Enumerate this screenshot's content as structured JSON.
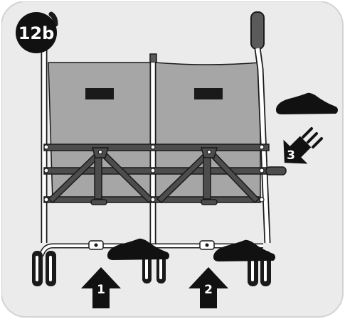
{
  "step": {
    "badge": "12b"
  },
  "callouts": [
    {
      "number": "1"
    },
    {
      "number": "2"
    },
    {
      "number": "3"
    }
  ],
  "colors": {
    "panel_bg": "#ebebeb",
    "fabric": "#a6a6a6",
    "frame_dark": "#4d4d4d",
    "outline": "#1a1a1a",
    "tube": "#ffffff",
    "shoe": "#111111"
  },
  "icons": [
    "step-badge",
    "shoe-icon",
    "up-arrow-icon",
    "diagonal-arrow-icon",
    "motion-lines-icon"
  ]
}
